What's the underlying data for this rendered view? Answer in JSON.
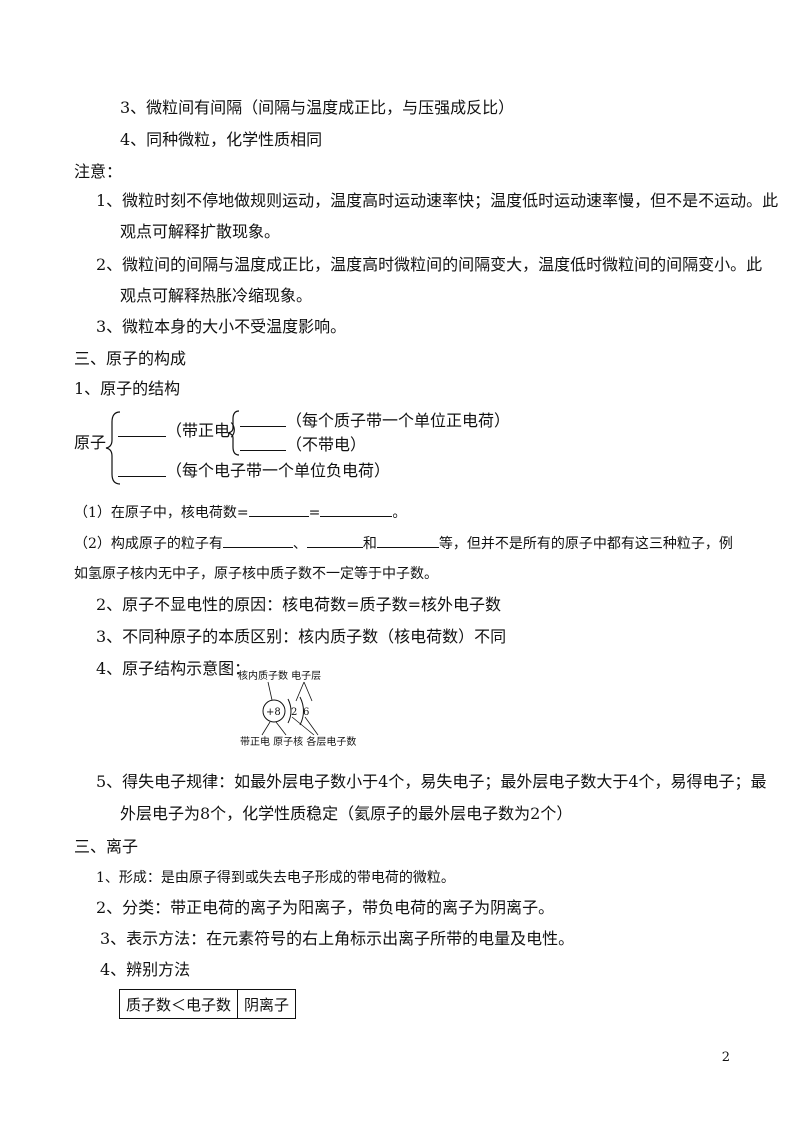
{
  "items": {
    "i3": "3、微粒间有间隔（间隔与温度成正比，与压强成反比）",
    "i4": "4、同种微粒，化学性质相同"
  },
  "note": {
    "title": "注意：",
    "n1a": "1、微粒时刻不停地做规则运动，温度高时运动速率快；温度低时运动速率慢，但不是不运动。此",
    "n1b": "观点可解释扩散现象。",
    "n2a": "2、微粒间的间隔与温度成正比，温度高时微粒间的间隔变大，温度低时微粒间的间隔变小。此",
    "n2b": "观点可解释热胀冷缩现象。",
    "n3": "3、微粒本身的大小不受温度影响。"
  },
  "section3": {
    "title": "三、原子的构成",
    "sub1": "1、原子的结构",
    "atom_label": "原子",
    "pos": "（带正电）",
    "proton": "（每个质子带一个单位正电荷）",
    "neutron": "（不带电）",
    "electron": "（每个电子带一个单位负电荷）",
    "p1_prefix": "（1）在原子中，核电荷数=",
    "p1_eq": "=",
    "p1_end": "。",
    "p2_prefix": "（2）构成原子的粒子有",
    "p2_sep1": "、",
    "p2_sep2": "和",
    "p2_suffix": "等，但并不是所有的原子中都有这三种粒子，例",
    "p2_cont": "如氢原子核内无中子，原子核中质子数不一定等于中子数。",
    "s2": "2、原子不显电性的原因：核电荷数=质子数=核外电子数",
    "s3": "3、不同种原子的本质区别：核内质子数（核电荷数）不同",
    "s4": "4、原子结构示意图：",
    "diagram": {
      "top_label": "核内质子数 电子层",
      "nucleus": "+8",
      "shell1": "2",
      "shell2": "6",
      "bottom_label": "带正电 原子核 各层电子数"
    },
    "s5a": "5、得失电子规律：如最外层电子数小于4个，易失电子；最外层电子数大于4个，易得电子；最",
    "s5b": "外层电子为8个，化学性质稳定（氦原子的最外层电子数为2个）"
  },
  "section_ion": {
    "title": "三、离子",
    "i1": "1、形成：是由原子得到或失去电子形成的带电荷的微粒。",
    "i2": "2、分类：带正电荷的离子为阳离子，带负电荷的离子为阴离子。",
    "i3": "3、表示方法：在元素符号的右上角标示出离子所带的电量及电性。",
    "i4": "4、辨别方法",
    "table": {
      "c1": "质子数＜电子数",
      "c2": "阴离子"
    }
  },
  "page_number": "2"
}
